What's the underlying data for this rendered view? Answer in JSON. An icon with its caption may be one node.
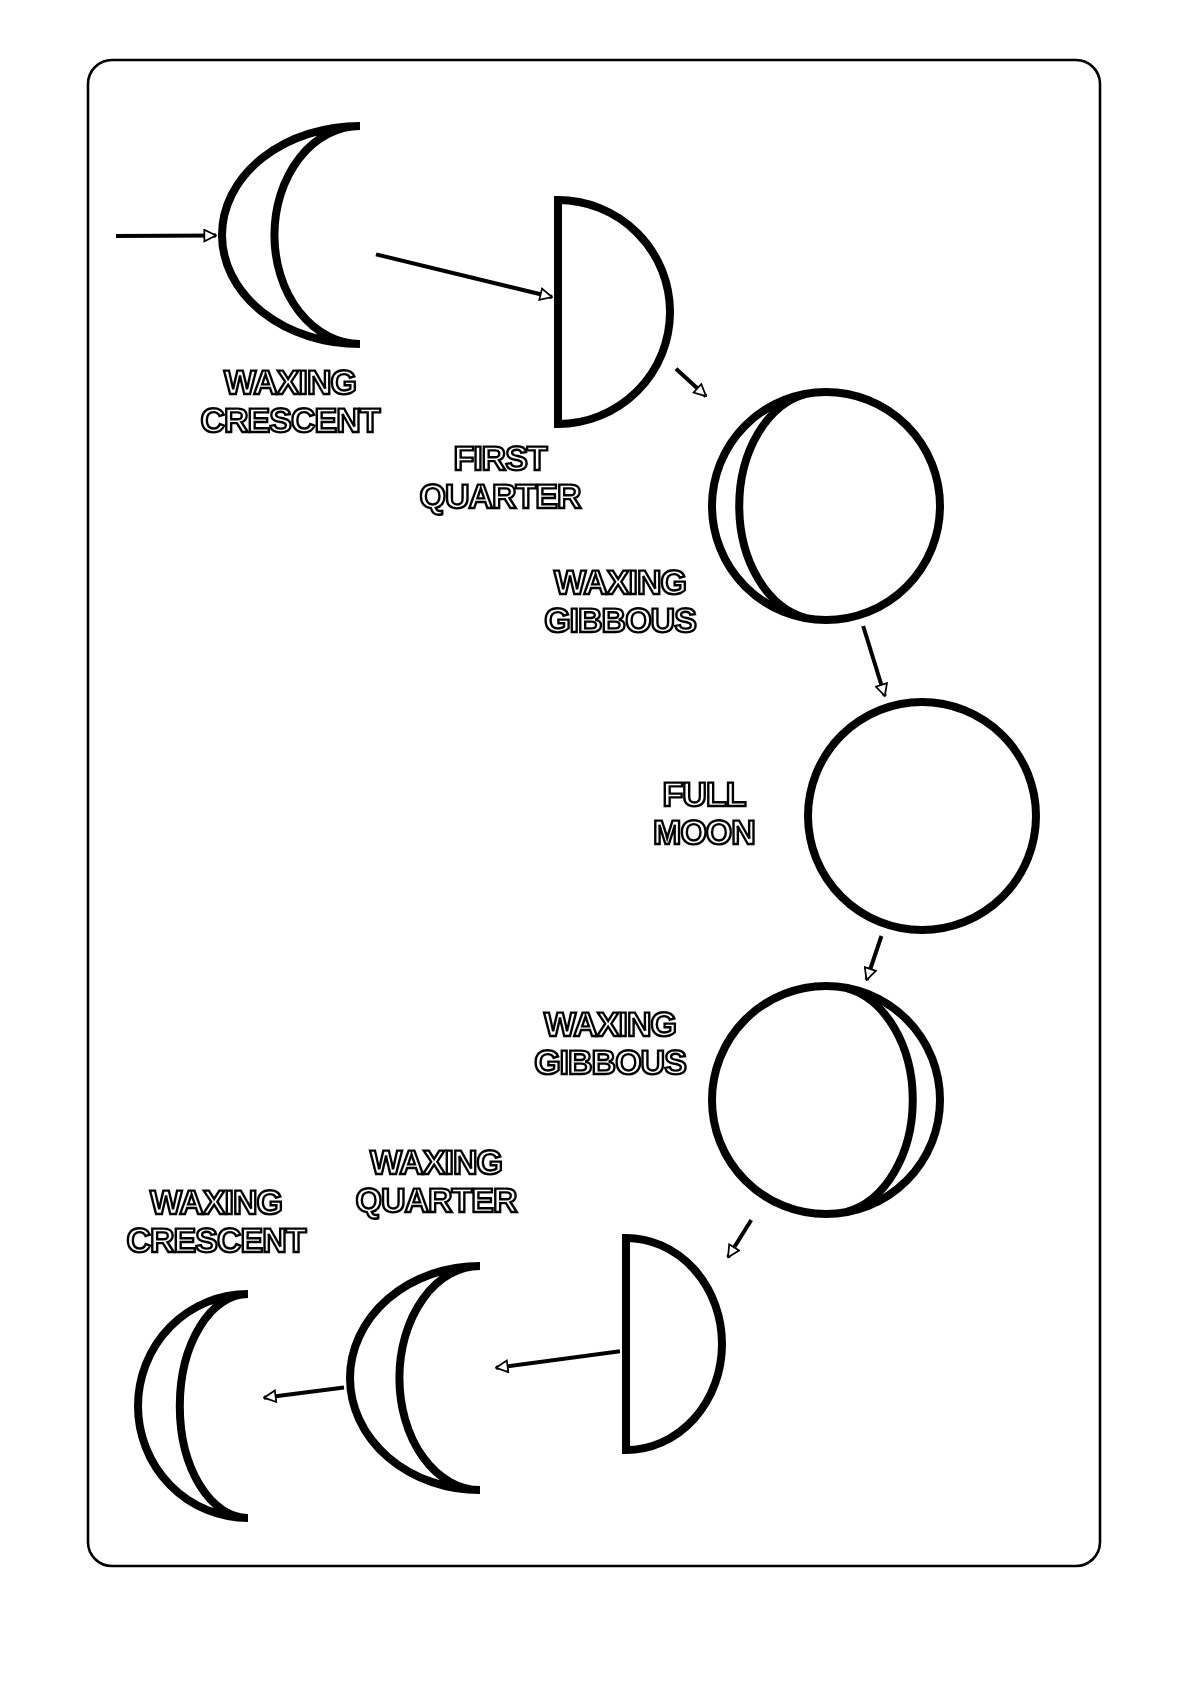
{
  "diagram": {
    "nodes": [
      {
        "text": [],
        "shape": "crescent",
        "beside": [
          "WAXING CRESCENT"
        ]
      },
      {
        "text": [],
        "shape": "semicircle",
        "beside": [
          "FIRST QUARTER"
        ]
      },
      {
        "text": [],
        "shape": "gibbous",
        "beside": [
          "WAXING GIBBOUS"
        ]
      },
      {
        "text": [],
        "shape": "circle",
        "beside": [
          "FULL MOON"
        ]
      },
      {
        "text": [],
        "shape": "gibbous",
        "beside": [
          "WAXING GIBBOUS"
        ]
      },
      {
        "text": [],
        "shape": "semicircle"
      },
      {
        "text": [],
        "shape": "crescent",
        "beside": [
          "WAXING QUARTER"
        ]
      },
      {
        "text": [],
        "shape": "crescent",
        "beside": [
          "WAXING CRESCENT"
        ]
      }
    ],
    "edges": [
      {
        "from": null,
        "to": 0,
        "arrow": "to"
      },
      {
        "from": 0,
        "to": 1,
        "arrow": "to"
      },
      {
        "from": 1,
        "to": 2,
        "arrow": "to"
      },
      {
        "from": 2,
        "to": 3,
        "arrow": "to"
      },
      {
        "from": 3,
        "to": 4,
        "arrow": "to"
      },
      {
        "from": 4,
        "to": 5,
        "arrow": "to"
      },
      {
        "from": 5,
        "to": 6,
        "arrow": "to"
      },
      {
        "from": 6,
        "to": 7,
        "arrow": "to"
      }
    ]
  }
}
